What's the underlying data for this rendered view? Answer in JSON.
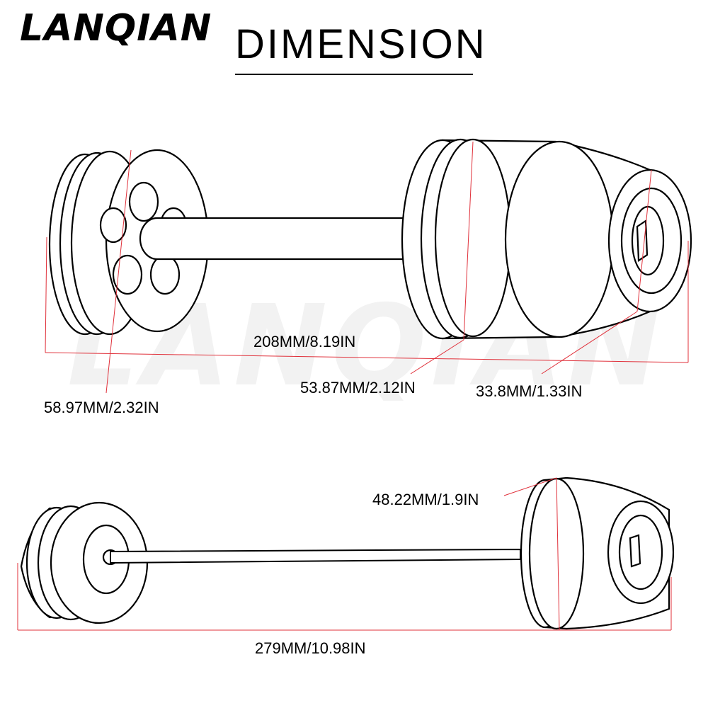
{
  "brand": {
    "logo_text": "LANQIAN",
    "watermark_text": "LANQIAN"
  },
  "header": {
    "title": "DIMENSION"
  },
  "top_view": {
    "overall_length": "208MM/8.19IN",
    "left_cap_diameter": "58.97MM/2.32IN",
    "right_body_diameter": "53.87MM/2.12IN",
    "end_face_diameter": "33.8MM/1.33IN"
  },
  "bottom_view": {
    "overall_length": "279MM/10.98IN",
    "slider_diameter": "48.22MM/1.9IN"
  },
  "colors": {
    "outline": "#000000",
    "dimension_line": "#e0303a",
    "watermark": "#f2f2f2"
  }
}
